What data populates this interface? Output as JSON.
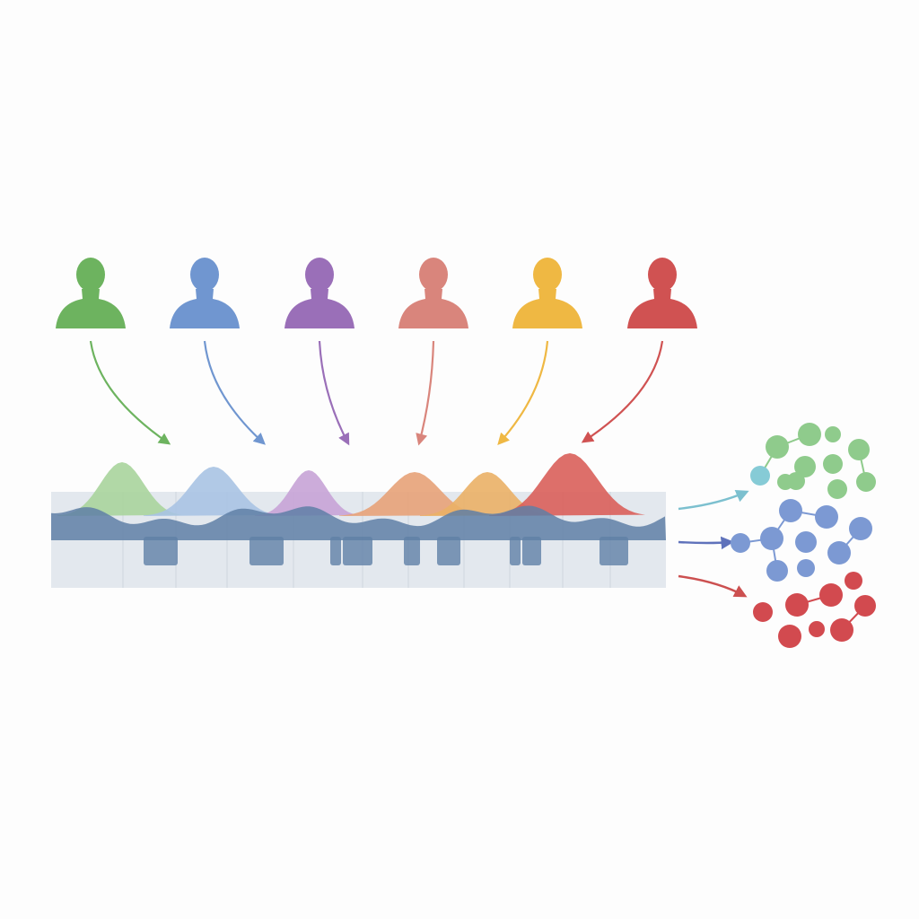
{
  "speakers": [
    {
      "id": "speaker-1",
      "color": "#6db35f",
      "peak_color": "#a9d49c"
    },
    {
      "id": "speaker-2",
      "color": "#7096d0",
      "peak_color": "#a9c3e3"
    },
    {
      "id": "speaker-3",
      "color": "#9a6fb8",
      "peak_color": "#c6a3d6"
    },
    {
      "id": "speaker-4",
      "color": "#d9857c",
      "peak_color": "#e7a278"
    },
    {
      "id": "speaker-5",
      "color": "#efb843",
      "peak_color": "#eab066"
    },
    {
      "id": "speaker-6",
      "color": "#d05252",
      "peak_color": "#d95f5a"
    }
  ],
  "waveform": {
    "color": "#5f7fa6",
    "band_color": "#e3e8ee"
  },
  "clusters": [
    {
      "id": "green-cluster",
      "color": "#8fcb8c",
      "arrow_color": "#7cc0cf",
      "accent": "#86cbd6"
    },
    {
      "id": "blue-cluster",
      "color": "#7c99d3",
      "arrow_color": "#5f72bb"
    },
    {
      "id": "red-cluster",
      "color": "#d24a4f",
      "arrow_color": "#cc5050"
    }
  ]
}
